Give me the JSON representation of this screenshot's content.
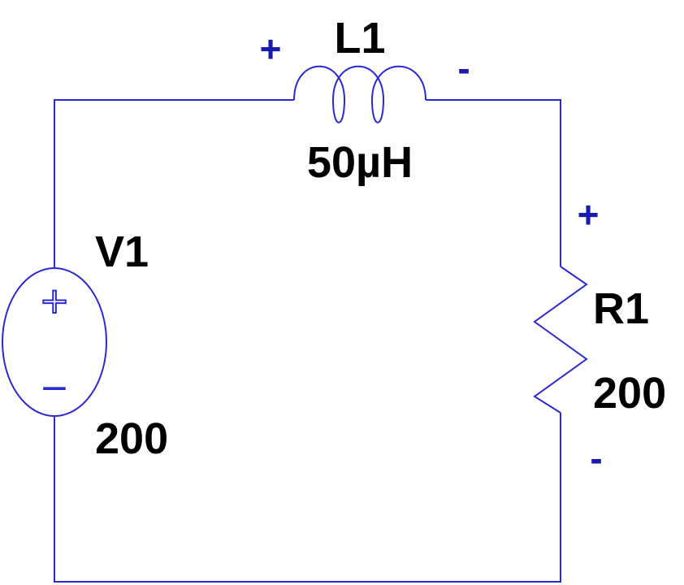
{
  "colors": {
    "wire": "#2a2ad0",
    "text": "#000000",
    "polarity": "#1a1ab0",
    "background": "#ffffff"
  },
  "components": {
    "v1": {
      "name": "V1",
      "value": "200"
    },
    "l1": {
      "name": "L1",
      "value": "50µH",
      "plus": "+",
      "minus": "-"
    },
    "r1": {
      "name": "R1",
      "value": "200",
      "plus": "+",
      "minus": "-"
    }
  },
  "source_symbols": {
    "plus": "+",
    "minus": "−"
  }
}
